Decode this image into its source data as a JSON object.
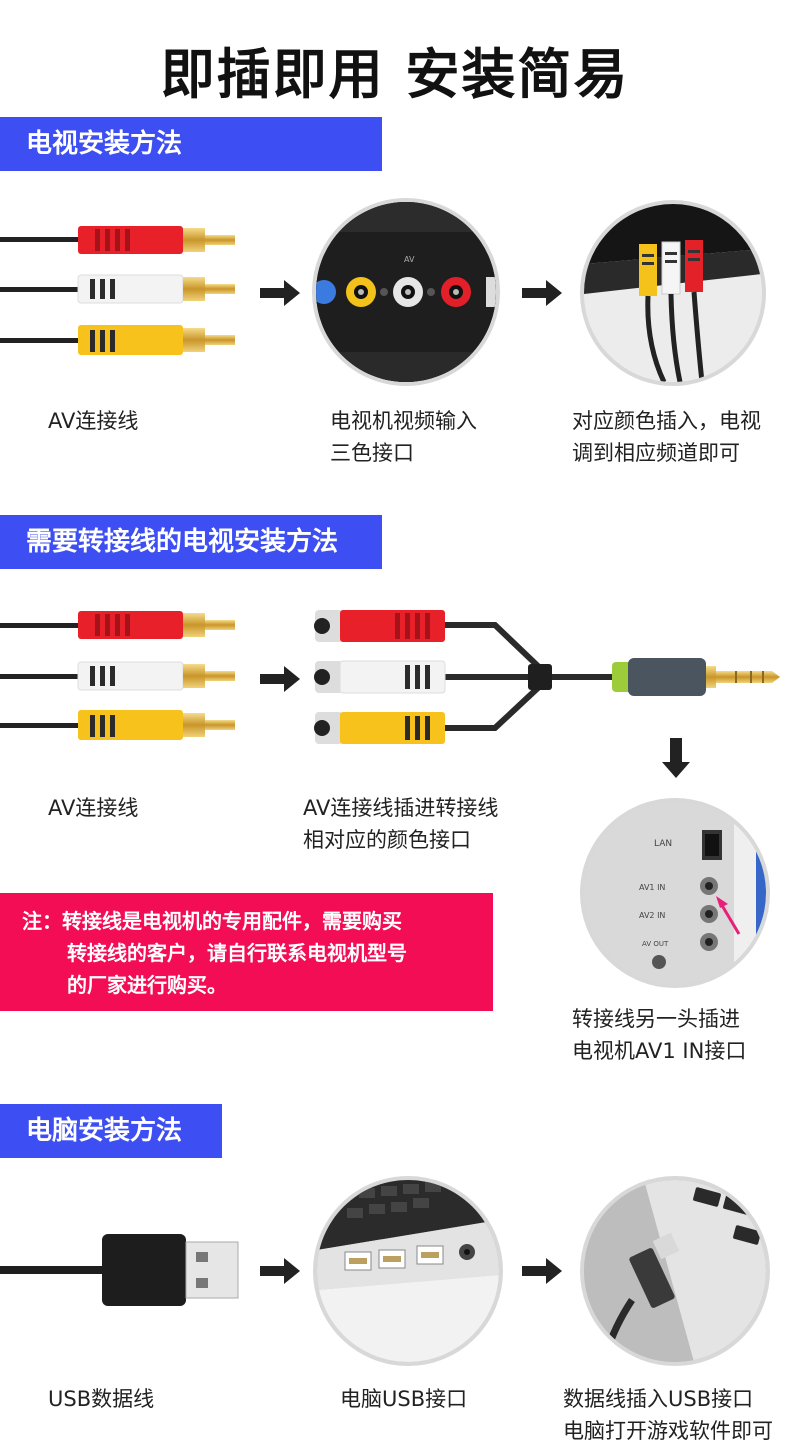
{
  "title": "即插即用 安装简易",
  "sections": {
    "tv": {
      "heading": "电视安装方法",
      "step1": {
        "line1": "AV连接线"
      },
      "step2": {
        "line1": "电视机视频输入",
        "line2": "三色接口",
        "panel_label": "AV"
      },
      "step3": {
        "line1": "对应颜色插入，电视",
        "line2": "调到相应频道即可"
      }
    },
    "adapter": {
      "heading": "需要转接线的电视安装方法",
      "step1": {
        "line1": "AV连接线"
      },
      "step2": {
        "line1": "AV连接线插进转接线",
        "line2": "相对应的颜色接口"
      },
      "step3": {
        "line1": "转接线另一头插进",
        "line2": "电视机AV1 IN接口",
        "panel": {
          "lan": "LAN",
          "av1": "AV1  IN",
          "av2": "AV2  IN",
          "avout": "AV  OUT"
        }
      },
      "note": {
        "prefix": "注：",
        "line1": "转接线是电视机的专用配件，需要购买",
        "line2": "转接线的客户，请自行联系电视机型号",
        "line3": "的厂家进行购买。"
      }
    },
    "pc": {
      "heading": "电脑安装方法",
      "step1": {
        "line1": "USB数据线"
      },
      "step2": {
        "line1": "电脑USB接口"
      },
      "step3": {
        "line1": "数据线插入USB接口",
        "line2": "电脑打开游戏软件即可"
      }
    }
  },
  "colors": {
    "banner": "#3d4ff2",
    "note": "#f20d55",
    "plug_red": "#e8202a",
    "plug_white": "#f2f2f2",
    "plug_yellow": "#f6c21b",
    "gold": "#d9a93a"
  }
}
